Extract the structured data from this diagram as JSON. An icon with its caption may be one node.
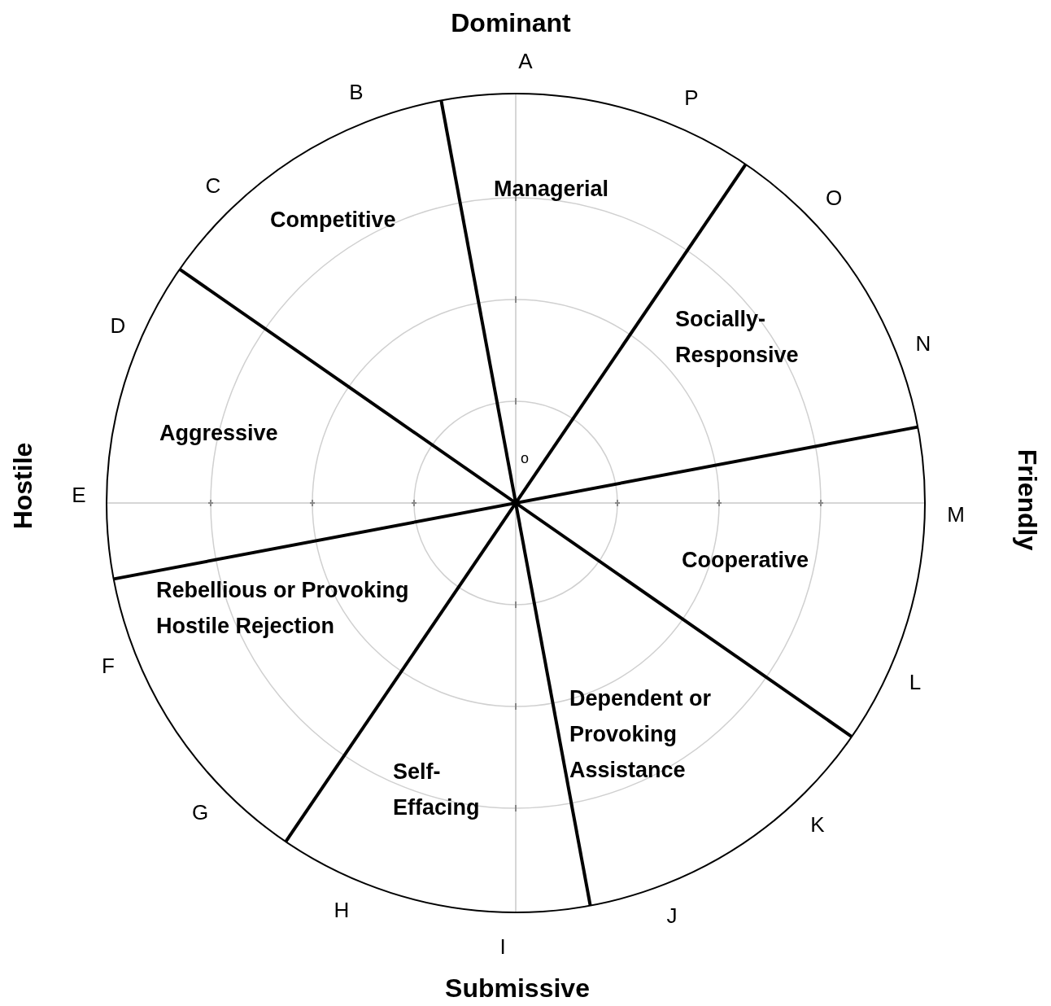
{
  "diagram": {
    "labels": [
      "Dominant",
      "A",
      "B",
      "P",
      "Managerial",
      "C",
      "O",
      "Competitive",
      "Socially-Responsive",
      "D",
      "N",
      "Aggressive",
      "o",
      "Hostile",
      "E",
      "M",
      "Friendly",
      "Cooperative",
      "Rebellious or Provoking Hostile Rejection",
      "F",
      "L",
      "Dependent or Provoking Assistance",
      "Self-Effacing",
      "G",
      "K",
      "H",
      "J",
      "I",
      "Submissive"
    ]
  }
}
